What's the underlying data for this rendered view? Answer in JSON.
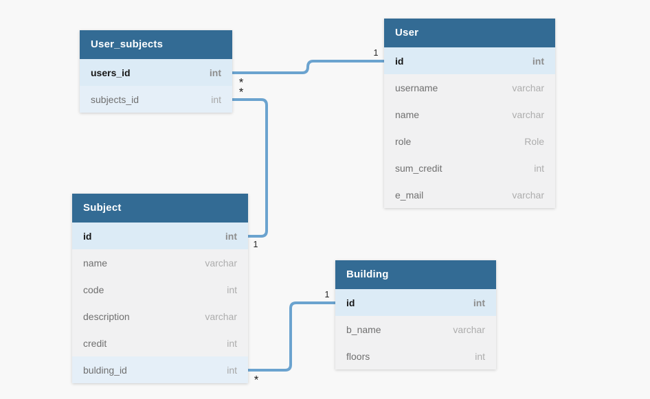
{
  "diagram_type": "entity-relationship",
  "colors": {
    "table_header": "#336b94",
    "row_default": "#f1f1f2",
    "row_primary_key": "#dcebf6",
    "row_foreign_key": "#e5eff8",
    "relationship_line": "#6ba3cf",
    "canvas_background": "#f8f8f8"
  },
  "tables": [
    {
      "name": "User_subjects",
      "fields": [
        {
          "name": "users_id",
          "type": "int",
          "emphasis": "pk"
        },
        {
          "name": "subjects_id",
          "type": "int",
          "emphasis": "fk"
        }
      ]
    },
    {
      "name": "User",
      "fields": [
        {
          "name": "id",
          "type": "int",
          "emphasis": "pk"
        },
        {
          "name": "username",
          "type": "varchar",
          "emphasis": "none"
        },
        {
          "name": "name",
          "type": "varchar",
          "emphasis": "none"
        },
        {
          "name": "role",
          "type": "Role",
          "emphasis": "none"
        },
        {
          "name": "sum_credit",
          "type": "int",
          "emphasis": "none"
        },
        {
          "name": "e_mail",
          "type": "varchar",
          "emphasis": "none"
        }
      ]
    },
    {
      "name": "Subject",
      "fields": [
        {
          "name": "id",
          "type": "int",
          "emphasis": "pk"
        },
        {
          "name": "name",
          "type": "varchar",
          "emphasis": "none"
        },
        {
          "name": "code",
          "type": "int",
          "emphasis": "none"
        },
        {
          "name": "description",
          "type": "varchar",
          "emphasis": "none"
        },
        {
          "name": "credit",
          "type": "int",
          "emphasis": "none"
        },
        {
          "name": "bulding_id",
          "type": "int",
          "emphasis": "fk"
        }
      ]
    },
    {
      "name": "Building",
      "fields": [
        {
          "name": "id",
          "type": "int",
          "emphasis": "pk"
        },
        {
          "name": "b_name",
          "type": "varchar",
          "emphasis": "none"
        },
        {
          "name": "floors",
          "type": "int",
          "emphasis": "none"
        }
      ]
    }
  ],
  "relationships": [
    {
      "from_table": "User_subjects",
      "from_field": "users_id",
      "to_table": "User",
      "to_field": "id",
      "from_cardinality": "*",
      "to_cardinality": "1"
    },
    {
      "from_table": "User_subjects",
      "from_field": "subjects_id",
      "to_table": "Subject",
      "to_field": "id",
      "from_cardinality": "*",
      "to_cardinality": "1"
    },
    {
      "from_table": "Subject",
      "from_field": "bulding_id",
      "to_table": "Building",
      "to_field": "id",
      "from_cardinality": "*",
      "to_cardinality": "1"
    }
  ]
}
